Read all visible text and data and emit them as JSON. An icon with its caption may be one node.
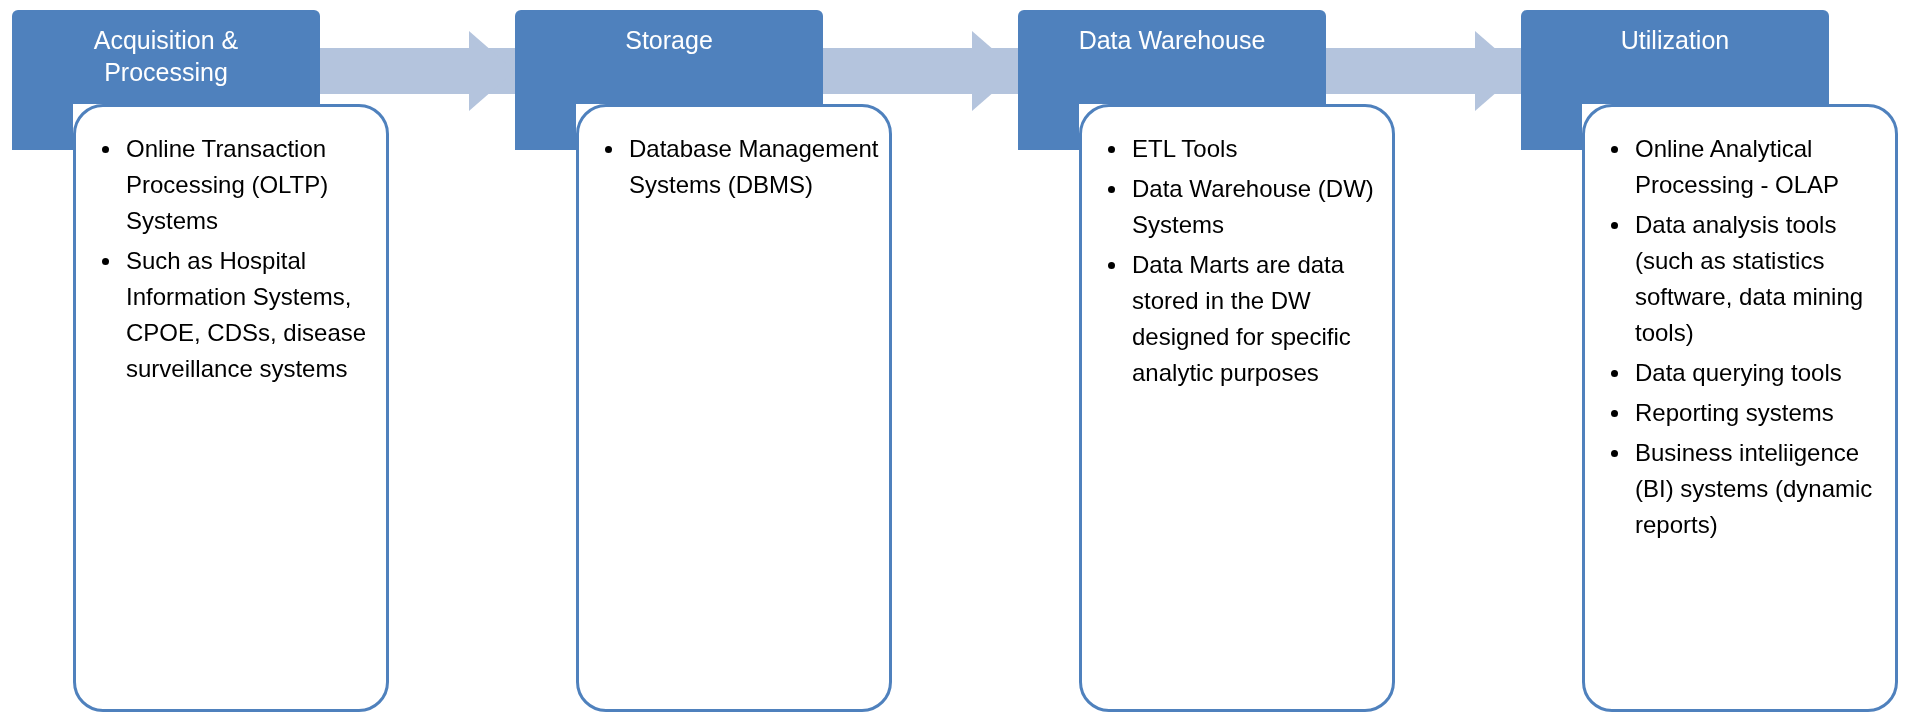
{
  "diagram": {
    "nodes": [
      {
        "text": [
          "Acquisition & Processing"
        ]
      },
      {
        "text": [
          "Online Transaction Processing (OLTP) Systems",
          "Such as Hospital Information Systems, CPOE, CDSs, disease surveillance systems"
        ]
      },
      {
        "text": [
          "Storage"
        ]
      },
      {
        "text": [
          "Database Management Systems (DBMS)"
        ]
      },
      {
        "text": [
          "Data Warehouse"
        ]
      },
      {
        "text": [
          "ETL Tools",
          "Data Warehouse (DW) Systems",
          "Data Marts are data stored in the DW designed for specific analytic purposes"
        ]
      },
      {
        "text": [
          "Utilization"
        ]
      },
      {
        "text": [
          "Online Analytical Processing - OLAP",
          "Data analysis tools (such as statistics software, data mining tools)",
          "Data querying tools",
          "Reporting systems",
          "Business inteliigence (BI) systems (dynamic reports)"
        ]
      }
    ],
    "edges": [
      {
        "from": 0,
        "to": 2,
        "arrow": "to"
      },
      {
        "from": 2,
        "to": 4,
        "arrow": "to"
      },
      {
        "from": 4,
        "to": 6,
        "arrow": "to"
      }
    ]
  }
}
